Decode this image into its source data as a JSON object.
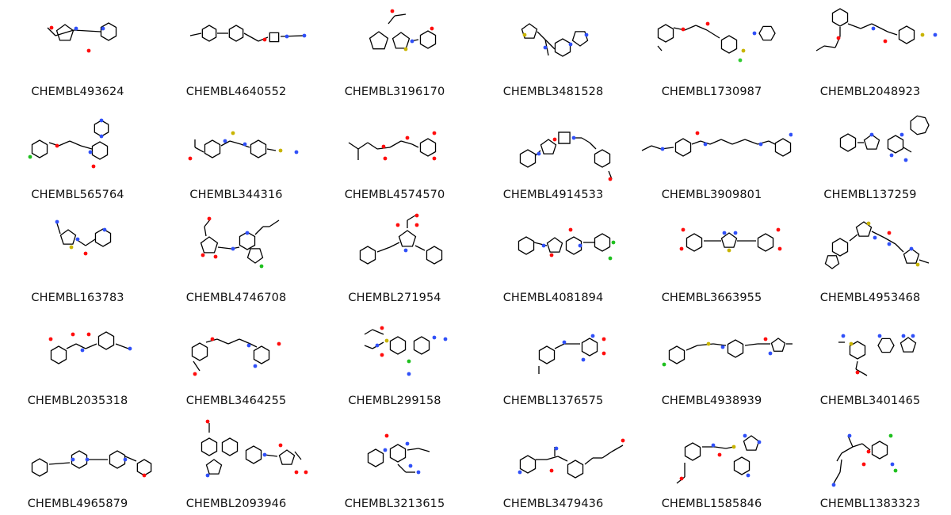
{
  "grid": {
    "columns": 6,
    "colors": {
      "bond": "#000000",
      "O": "#ff0d0d",
      "N": "#3050f8",
      "S": "#c8b400",
      "Cl": "#1fc01f",
      "F": "#33cc33"
    },
    "molecules": [
      {
        "id": "CHEMBL493624"
      },
      {
        "id": "CHEMBL4640552"
      },
      {
        "id": "CHEMBL3196170"
      },
      {
        "id": "CHEMBL3481528"
      },
      {
        "id": "CHEMBL1730987"
      },
      {
        "id": "CHEMBL2048923"
      },
      {
        "id": "CHEMBL565764"
      },
      {
        "id": "CHEMBL344316"
      },
      {
        "id": "CHEMBL4574570"
      },
      {
        "id": "CHEMBL4914533"
      },
      {
        "id": "CHEMBL3909801"
      },
      {
        "id": "CHEMBL137259"
      },
      {
        "id": "CHEMBL163783"
      },
      {
        "id": "CHEMBL4746708"
      },
      {
        "id": "CHEMBL271954"
      },
      {
        "id": "CHEMBL4081894"
      },
      {
        "id": "CHEMBL3663955"
      },
      {
        "id": "CHEMBL4953468"
      },
      {
        "id": "CHEMBL2035318"
      },
      {
        "id": "CHEMBL3464255"
      },
      {
        "id": "CHEMBL299158"
      },
      {
        "id": "CHEMBL1376575"
      },
      {
        "id": "CHEMBL4938939"
      },
      {
        "id": "CHEMBL3401465"
      },
      {
        "id": "CHEMBL4965879"
      },
      {
        "id": "CHEMBL2093946"
      },
      {
        "id": "CHEMBL3213615"
      },
      {
        "id": "CHEMBL3479436"
      },
      {
        "id": "CHEMBL1585846"
      },
      {
        "id": "CHEMBL1383323"
      }
    ]
  }
}
